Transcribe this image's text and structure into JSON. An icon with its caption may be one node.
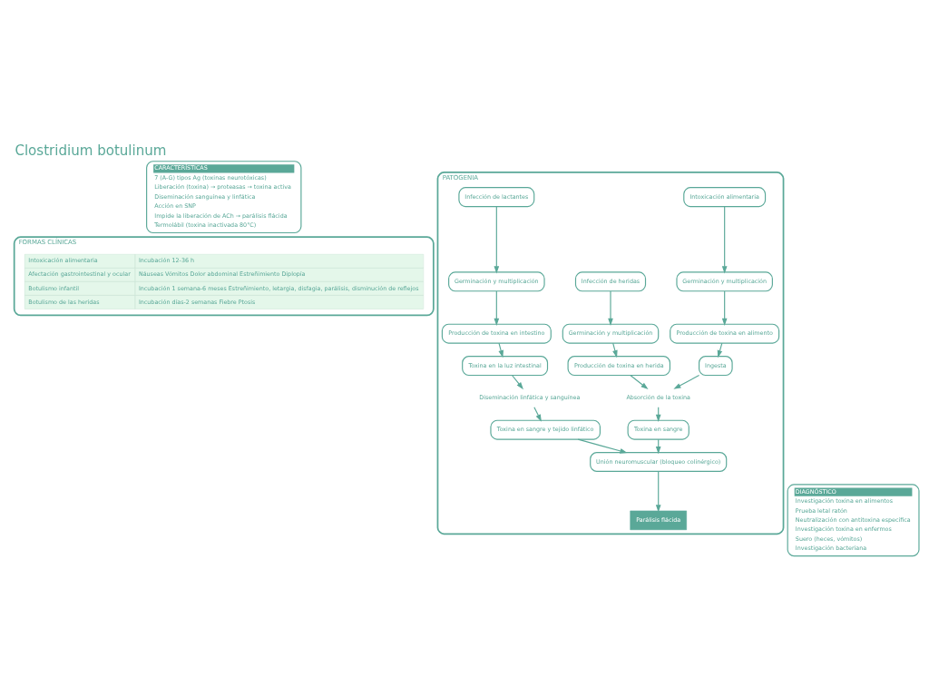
{
  "diagram": {
    "title": "Clostridium botulinum",
    "nodes": [
      {
        "text": [
          "CARACTERÍSTICAS",
          "7 (A-G) tipos Ag (toxinas neurotóxicas)",
          "Liberación (toxina) → proteasas → toxina activa",
          "Diseminación sanguínea y linfática",
          "Acción en SNP",
          "Impide la liberación de ACh → parálisis flácida",
          "Termolábil (toxina inactivada 80°C)"
        ]
      },
      {
        "text": [
          "FORMAS CLÍNICAS"
        ]
      },
      {
        "text": [
          "PATOGENIA"
        ]
      },
      {
        "text": [
          "Intoxicación alimentaria"
        ],
        "in": 2
      },
      {
        "text": [
          "Infección de heridas"
        ],
        "in": 2
      },
      {
        "text": [
          "Infección de lactantes"
        ],
        "in": 2
      },
      {
        "text": [
          "Germinación y multiplicación"
        ],
        "in": 2
      },
      {
        "text": [
          "Germinación y multiplicación"
        ],
        "in": 2
      },
      {
        "text": [
          "Germinación y multiplicación"
        ],
        "in": 2
      },
      {
        "text": [
          "Producción de toxina en alimento"
        ],
        "in": 2
      },
      {
        "text": [
          "Producción de toxina en herida"
        ],
        "in": 2
      },
      {
        "text": [
          "Producción de toxina en intestino"
        ],
        "in": 2
      },
      {
        "text": [
          "Ingesta"
        ],
        "in": 2
      },
      {
        "text": [
          "Toxina en la luz intestinal"
        ],
        "in": 2
      },
      {
        "text": [
          "Absorción de la toxina"
        ],
        "in": 2
      },
      {
        "text": [
          "Diseminación linfática y sanguínea"
        ],
        "in": 2
      },
      {
        "text": [
          "Toxina en sangre"
        ],
        "in": 2
      },
      {
        "text": [
          "Toxina en sangre y tejido linfático"
        ],
        "in": 2
      },
      {
        "text": [
          "Unión neuromuscular (bloqueo colinérgico)"
        ],
        "in": 2
      },
      {
        "text": [
          "Parálisis flácida"
        ],
        "in": 2
      },
      {
        "text": [
          "DIAGNÓSTICO",
          "Investigación toxina en alimentos",
          "Prueba letal ratón",
          "Neutralización con antitoxina específica",
          "Investigación toxina en enfermos",
          "Suero (heces, vómitos)",
          "Investigación bacteriana"
        ]
      }
    ],
    "edges": [
      {
        "from": 3,
        "to": 6,
        "arrow": "to"
      },
      {
        "from": 4,
        "to": 7,
        "arrow": "to"
      },
      {
        "from": 5,
        "to": 8,
        "arrow": "to"
      },
      {
        "from": 6,
        "to": 9,
        "arrow": "to"
      },
      {
        "from": 7,
        "to": 10,
        "arrow": "to"
      },
      {
        "from": 8,
        "to": 11,
        "arrow": "to"
      },
      {
        "from": 9,
        "to": 12,
        "arrow": "to"
      },
      {
        "from": 12,
        "to": 14,
        "arrow": "to"
      },
      {
        "from": 10,
        "to": 14,
        "arrow": "to"
      },
      {
        "from": 11,
        "to": 13,
        "arrow": "to"
      },
      {
        "from": 13,
        "to": 15,
        "arrow": "to"
      },
      {
        "from": 14,
        "to": 16,
        "arrow": "to"
      },
      {
        "from": 15,
        "to": 17,
        "arrow": "to"
      },
      {
        "from": 16,
        "to": 18,
        "arrow": "to"
      },
      {
        "from": 17,
        "to": 18,
        "arrow": "to"
      },
      {
        "from": 18,
        "to": 19,
        "arrow": "to"
      }
    ],
    "labels": [
      "Intoxicación alimentaria",
      "Incubación 12-36 h",
      "Afectación gastrointestinal y ocular",
      "Náuseas Vómitos Dolor abdominal Estreñimiento Diplopía",
      "Botulismo infantil",
      "Incubación 1 semana-6 meses Estreñimiento, letargia, disfagia, parálisis, disminución de reflejos",
      "Botulismo de las heridas",
      "Incubación días-2 semanas Fiebre Ptosis"
    ]
  }
}
